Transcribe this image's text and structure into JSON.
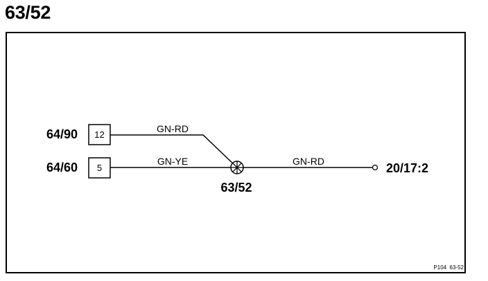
{
  "page": {
    "title": "63/52"
  },
  "diagram": {
    "connectors": [
      {
        "id": "64/90",
        "pin": "12"
      },
      {
        "id": "64/60",
        "pin": "5"
      }
    ],
    "splice": {
      "id": "63/52"
    },
    "terminal": {
      "id": "20/17:2"
    },
    "wires": [
      {
        "from": "64/90 pin 12",
        "to": "63/52",
        "color": "GN-RD"
      },
      {
        "from": "64/60 pin 5",
        "to": "63/52",
        "color": "GN-YE"
      },
      {
        "from": "63/52",
        "to": "20/17:2",
        "color": "GN-RD"
      }
    ],
    "reference": "P104  63-52"
  }
}
